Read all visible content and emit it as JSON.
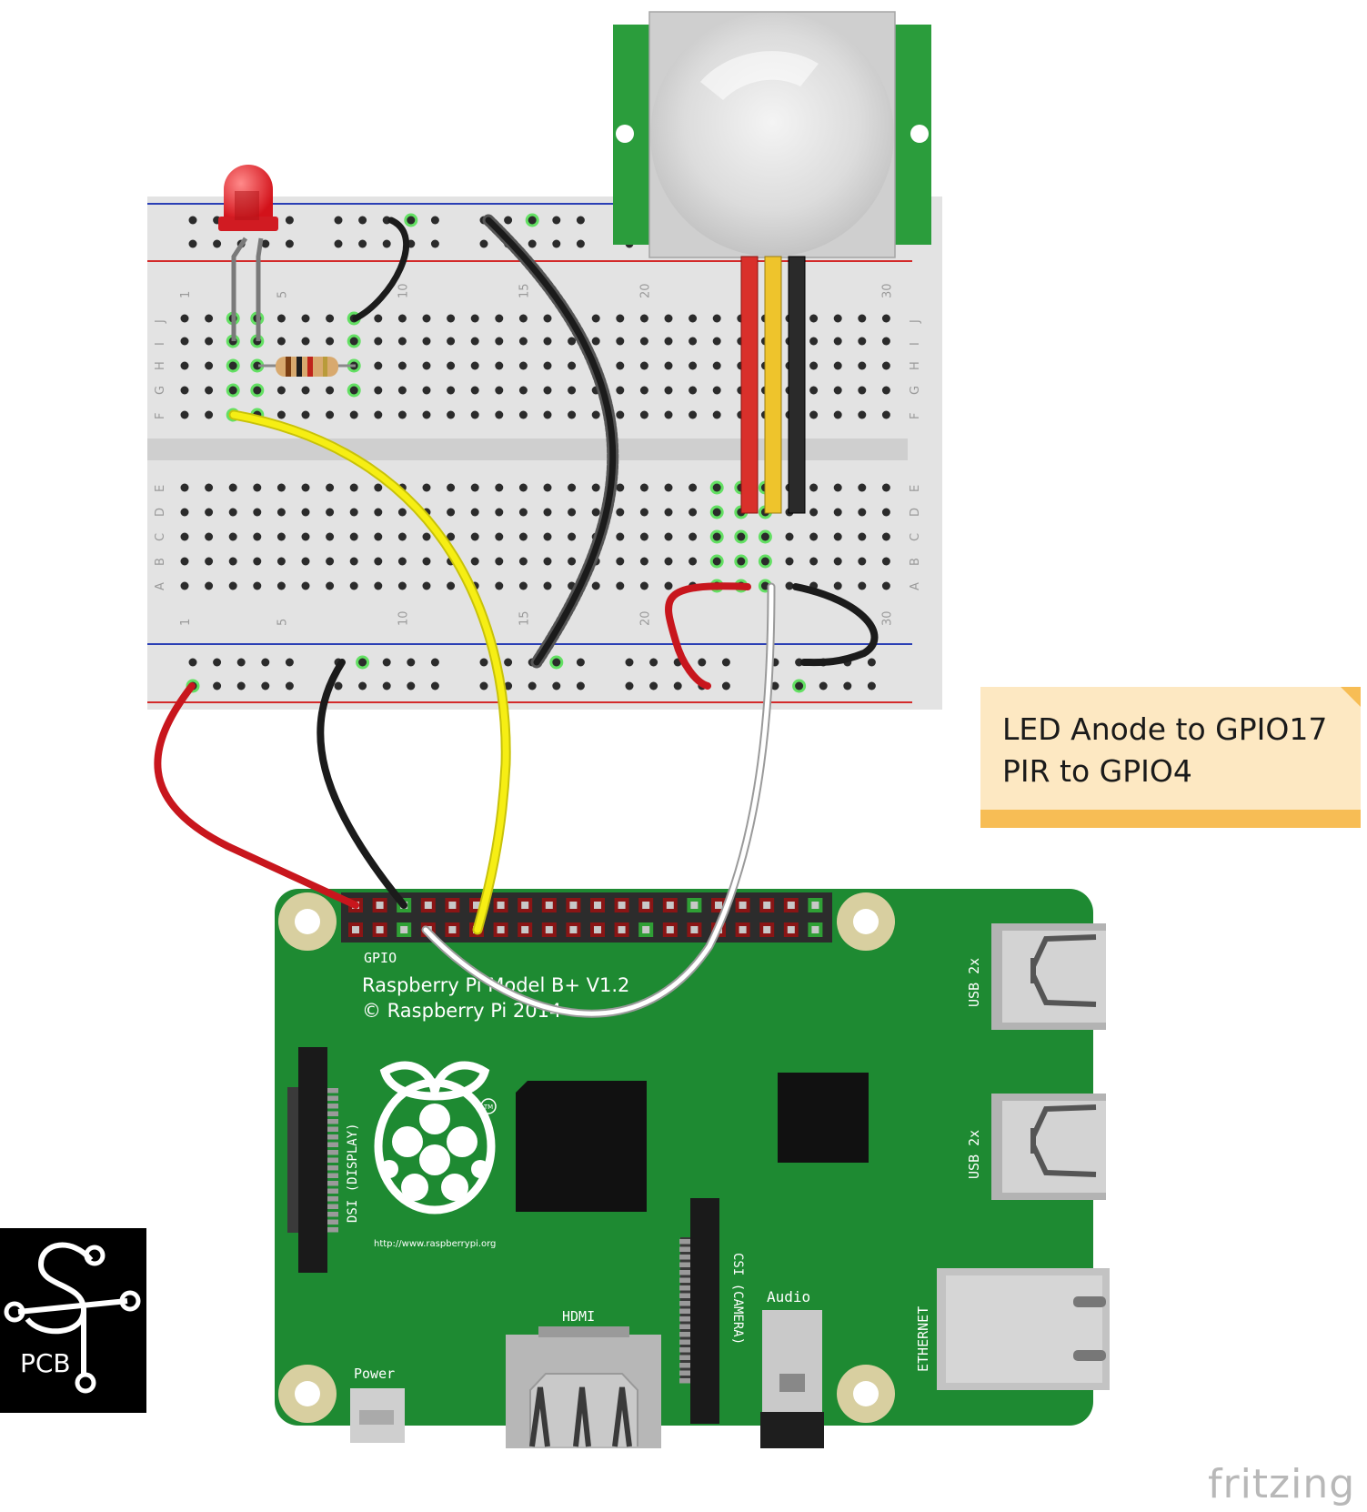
{
  "note": {
    "line1": "LED Anode to GPIO17",
    "line2": "PIR to GPIO4"
  },
  "breadboard": {
    "column_labels_top": [
      "1",
      "5",
      "10",
      "15",
      "20",
      "30"
    ],
    "column_labels_bottom": [
      "1",
      "5",
      "10",
      "15",
      "20",
      "30"
    ],
    "row_labels_top": [
      "J",
      "I",
      "H",
      "G",
      "F"
    ],
    "row_labels_bottom": [
      "E",
      "D",
      "C",
      "B",
      "A"
    ]
  },
  "pi": {
    "gpio_label": "GPIO",
    "model_line1": "Raspberry Pi Model B+ V1.2",
    "model_line2": "© Raspberry Pi 2014",
    "url": "http://www.raspberrypi.org",
    "trademark": "TM",
    "dsi_label": "DSI (DISPLAY)",
    "csi_label": "CSI (CAMERA)",
    "hdmi_label": "HDMI",
    "audio_label": "Audio",
    "power_label": "Power",
    "usb_label_1": "USB 2x",
    "usb_label_2": "USB 2x",
    "ethernet_label": "ETHERNET"
  },
  "logo": {
    "text": "PCB"
  },
  "watermark": "fritzing",
  "colors": {
    "pcb_green": "#1e8a32",
    "wire_red": "#c8161d",
    "wire_black": "#1b1b1b",
    "wire_yellow": "#f2ea0f",
    "wire_white": "#ffffff",
    "rail_blue": "#2a3fb5",
    "rail_red": "#d32a2a",
    "note_bg": "#fde8c2",
    "note_bar": "#f7bd55"
  }
}
